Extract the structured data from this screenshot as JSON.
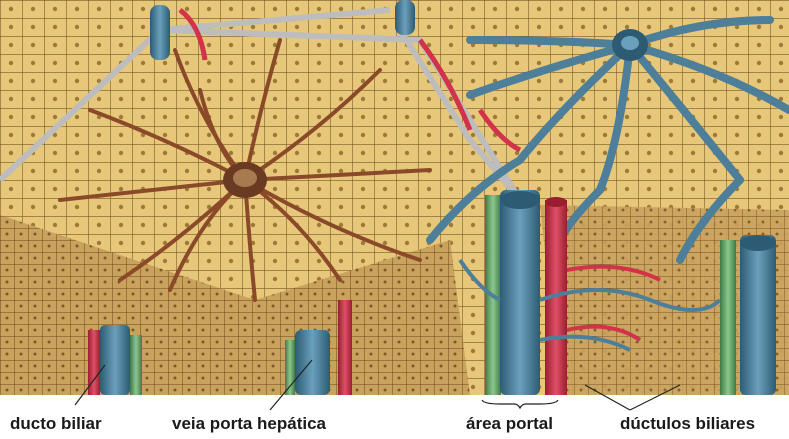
{
  "labels": {
    "bile_duct": "ducto biliar",
    "portal_vein": "veia porta hepática",
    "portal_area": "área portal",
    "bile_ductules": "dúctulos biliares"
  },
  "colors": {
    "hepatocyte_fill": "#e7c77a",
    "cell_border": "#7a5a2a",
    "sinusoid": "#8a4a2a",
    "vein_blue": "#4d7f9a",
    "vein_dark": "#2d5b74",
    "artery_red": "#d2324a",
    "bile_green": "#6aa56a",
    "cut_face": "#c9a25e",
    "background": "#ffffff"
  }
}
